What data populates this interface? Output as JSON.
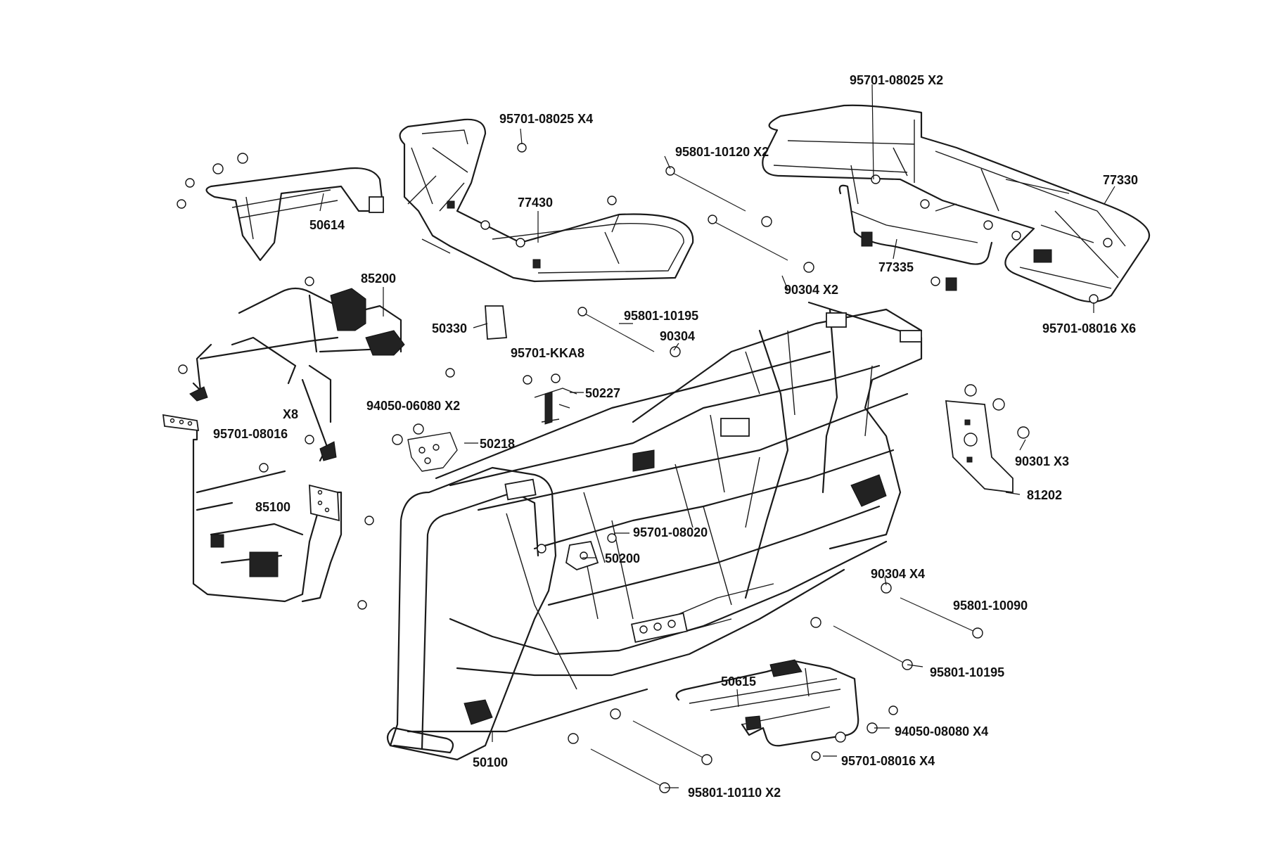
{
  "labels": {
    "p95701_08025_x4": "95701-08025 X4",
    "p95701_08025_x2": "95701-08025 X2",
    "p95801_10120_x2": "95801-10120 X2",
    "p77430": "77430",
    "p77330": "77330",
    "p77335": "77335",
    "p50614": "50614",
    "p85200": "85200",
    "p50330": "50330",
    "p95801_10195_top": "95801-10195",
    "p90304_x2": "90304  X2",
    "p90304_single": "90304",
    "p95701_08016_x6": "95701-08016 X6",
    "p95701_kka8": "95701-KKA8",
    "p50227": "50227",
    "p94050_06080_x2": "94050-06080 X2",
    "p50218": "50218",
    "p_x8": "X8",
    "p95701_08016_left": "95701-08016",
    "p85100": "85100",
    "p95701_08020": "95701-08020",
    "p50200": "50200",
    "p90301_x3": "90301 X3",
    "p81202": "81202",
    "p90304_x4": "90304 X4",
    "p95801_10090": "95801-10090",
    "p95801_10195_bottom": "95801-10195",
    "p50615": "50615",
    "p94050_08080_x4": "94050-08080 X4",
    "p95701_08016_x4": "95701-08016 X4",
    "p50100": "50100",
    "p95801_10110_x2": "95801-10110 X2"
  }
}
